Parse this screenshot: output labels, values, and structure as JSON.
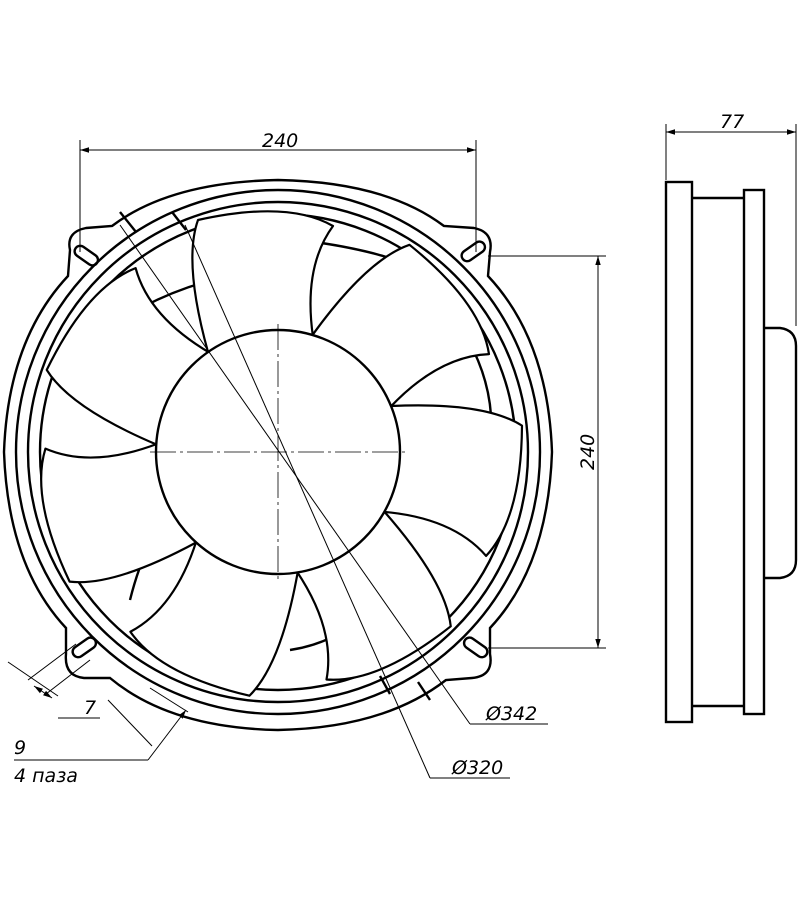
{
  "dimensions": {
    "front_width": "240",
    "front_height": "240",
    "side_depth": "77",
    "outer_diameter": "Ø342",
    "blade_diameter": "Ø320",
    "slot_width": "7",
    "slot_length": "9",
    "slot_count": "4 паза"
  },
  "fan": {
    "blade_count": 7
  }
}
